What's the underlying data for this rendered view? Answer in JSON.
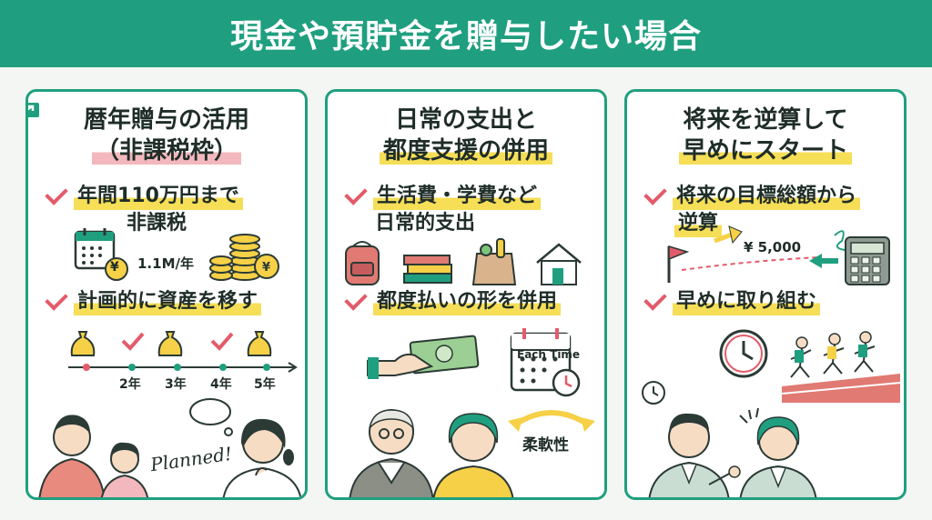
{
  "header": {
    "title": "現金や預貯金を贈与したい場合"
  },
  "card1": {
    "title_line1": "暦年贈与の活用",
    "title_line2": "（非課税枠）",
    "bullet1_line1": "年間110万円まで",
    "bullet1_line2": "非課税",
    "amount": "1.1M/年",
    "yen_mark": "¥",
    "bullet2": "計画的に資産を移す",
    "timeline": [
      "2年",
      "3年",
      "4年",
      "5年"
    ],
    "handwriting": "Planned!"
  },
  "card2": {
    "title_line1": "日常の支出と",
    "title_line2": "都度支援の併用",
    "bullet1_line1": "生活費・学費など",
    "bullet1_line2": "日常的支出",
    "bullet2": "都度払いの形を併用",
    "calendar_label": "Each Time",
    "flex_label": "柔軟性"
  },
  "card3": {
    "title_line1": "将来を逆算して",
    "title_line2": "早めにスタート",
    "bullet1_line1": "将来の目標総額から",
    "bullet1_line2": "逆算",
    "target_amount": "¥ 5,000",
    "bullet2": "早めに取り組む"
  },
  "colors": {
    "accent": "#1f9f7f",
    "check": "#e35b6a",
    "highlight": "#f6de57",
    "highlight_pink": "#f3b8bd"
  }
}
